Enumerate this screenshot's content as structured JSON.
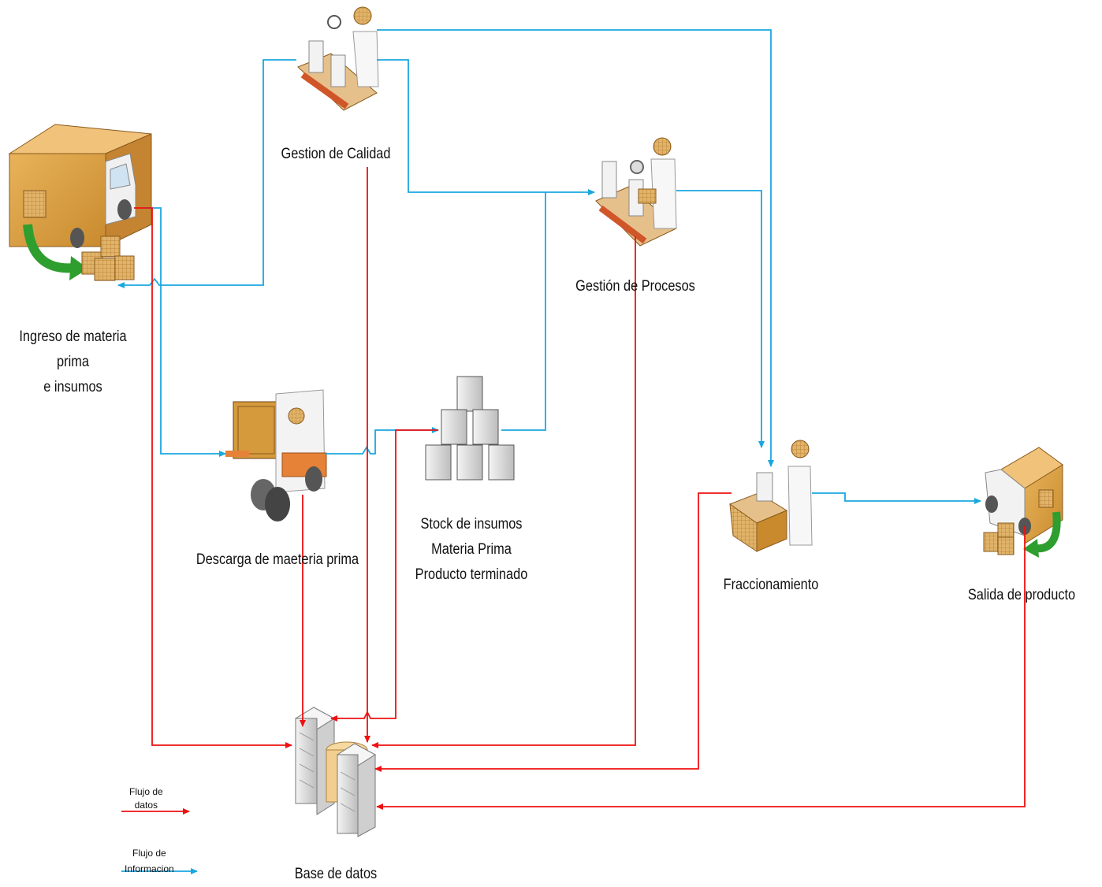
{
  "nodes": {
    "ingreso": {
      "label": [
        "Ingreso de materia",
        "prima",
        "e insumos"
      ]
    },
    "calidad": {
      "label": [
        "Gestion de Calidad"
      ]
    },
    "procesos": {
      "label": [
        "Gestión de Procesos"
      ]
    },
    "descarga": {
      "label": [
        "Descarga de maeteria prima"
      ]
    },
    "stock": {
      "label": [
        "Stock de insumos",
        "Materia Prima",
        "Producto terminado"
      ]
    },
    "fraccionamiento": {
      "label": [
        "Fraccionamiento"
      ]
    },
    "salida": {
      "label": [
        "Salida de producto"
      ]
    },
    "base": {
      "label": [
        "Base de datos"
      ]
    }
  },
  "legend": {
    "datos": {
      "line1": "Flujo de",
      "line2": "datos"
    },
    "informacion": {
      "line1": "Flujo de",
      "line2": "Informacion"
    }
  },
  "colors": {
    "data_flow": "#ee1111",
    "info_flow": "#1aa7e0",
    "box": "#d9a44e",
    "arrow_green": "#2e9e2e"
  },
  "icons": {
    "ingreso": "delivery-truck-icon",
    "calidad": "quality-inspection-icon",
    "procesos": "process-conveyor-icon",
    "descarga": "forklift-icon",
    "stock": "stock-boxes-icon",
    "fraccionamiento": "packing-worker-icon",
    "salida": "delivery-truck-icon",
    "base": "database-servers-icon"
  }
}
